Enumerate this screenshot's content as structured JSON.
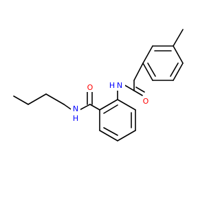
{
  "molecule": {
    "atom_labels": {
      "amide_oxygen": "O",
      "amide_nitrogen": "N",
      "amide_hydrogen": "H",
      "acetamide_oxygen": "O",
      "acetamide_nitrogen": "N",
      "acetamide_hydrogen": "H"
    },
    "colors": {
      "bond": "#000000",
      "oxygen": "#ff0000",
      "nitrogen": "#0000ff",
      "background": "#ffffff"
    }
  }
}
